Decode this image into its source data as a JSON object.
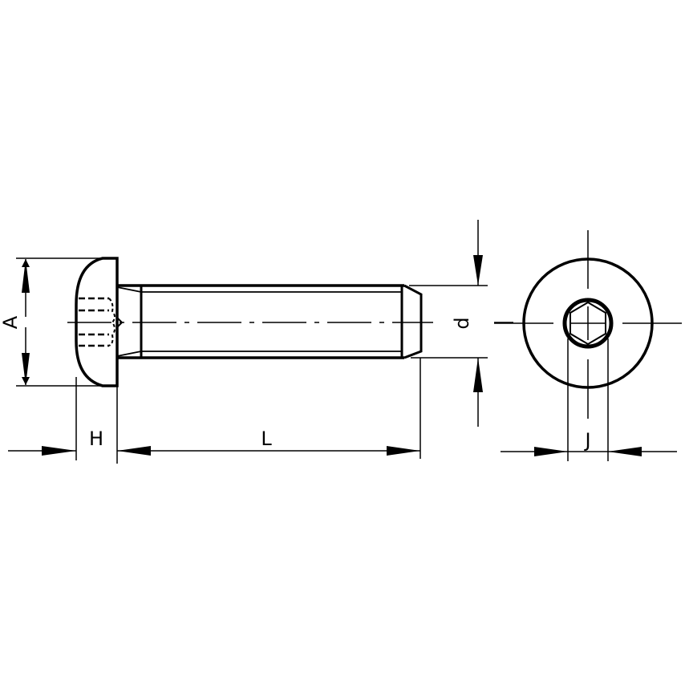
{
  "drawing": {
    "subject": "button head socket cap screw",
    "stroke_color": "#000000",
    "background_color": "#ffffff"
  },
  "dimensions": {
    "A": "A",
    "d": "d",
    "H": "H",
    "L": "L",
    "J": "J"
  }
}
